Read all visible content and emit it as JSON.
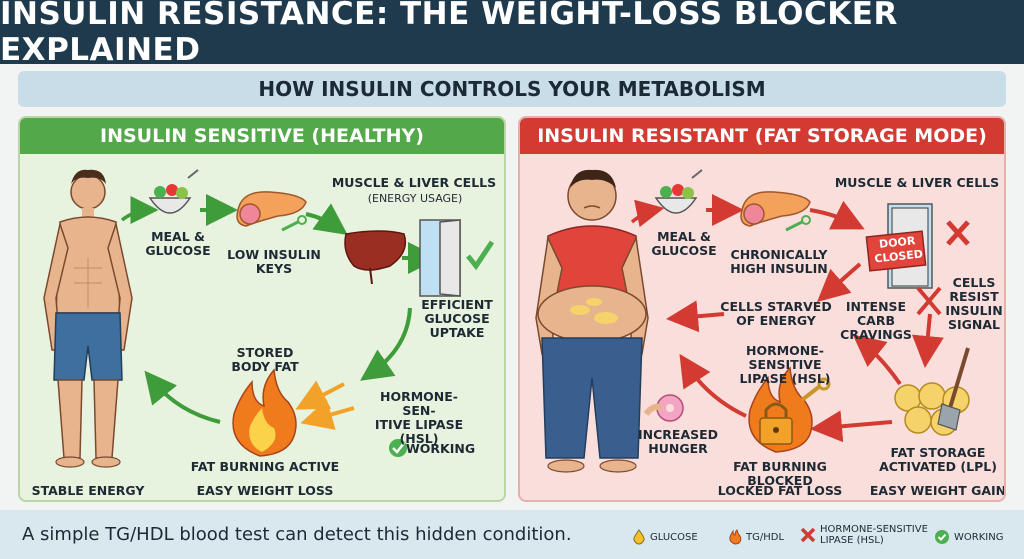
{
  "header": {
    "title": "INSULIN RESISTANCE: THE WEIGHT-LOSS BLOCKER EXPLAINED"
  },
  "subtitle": "HOW INSULIN CONTROLS YOUR METABOLISM",
  "left_panel": {
    "title": "INSULIN SENSITIVE (HEALTHY)",
    "meal": "MEAL &\nGLUCOSE",
    "low_insulin": "LOW INSULIN\nKEYS",
    "cells": "MUSCLE & LIVER CELLS",
    "cells_sub": "(ENERGY USAGE)",
    "uptake": "EFFICIENT\nGLUCOSE\nUPTAKE",
    "stored_fat": "STORED\nBODY FAT",
    "hsl": "HORMONE-SEN-\nITIVE LIPASE\n(HSL)",
    "working": "WORKING",
    "fat_burning": "FAT BURNING ACTIVE",
    "easy_loss": "EASY WEIGHT LOSS",
    "stable": "STABLE ENERGY"
  },
  "right_panel": {
    "title": "INSULIN RESISTANT (FAT STORAGE MODE)",
    "meal": "MEAL &\nGLUCOSE",
    "high_insulin": "CHRONICALLY\nHIGH INSULIN",
    "cells": "MUSCLE & LIVER CELLS",
    "door_sign": "DOOR\nCLOSED",
    "resist": "CELLS\nRESIST\nINSULIN\nSIGNAL",
    "starved": "CELLS STARVED\nOF ENERGY",
    "cravings": "INTENSE CARB\nCRAVINGS",
    "hsl": "HORMONE-SENSITIVE\nLIPASE (HSL)",
    "hunger": "INCREASED\nHUNGER",
    "fat_blocked": "FAT BURNING BLOCKED",
    "locked": "LOCKED FAT LOSS",
    "storage": "FAT STORAGE\nACTIVATED (LPL)",
    "easy_gain": "EASY WEIGHT GAIN"
  },
  "footer": {
    "note": "A simple TG/HDL blood test can detect this hidden condition.",
    "legend": [
      {
        "icon": "glucose-drop-icon",
        "label": "GLUCOSE"
      },
      {
        "icon": "flame-icon",
        "label": "TG/HDL"
      },
      {
        "icon": "red-x-icon",
        "label": "HORMONE-SENSITIVE\nLIPASE (HSL)"
      },
      {
        "icon": "check-circle-icon",
        "label": "WORKING"
      }
    ]
  },
  "colors": {
    "header": "#1f3a4d",
    "healthy": "#53a84a",
    "resistant": "#d23a32",
    "flame": "#f07b1d",
    "drop": "#f3c12c"
  }
}
